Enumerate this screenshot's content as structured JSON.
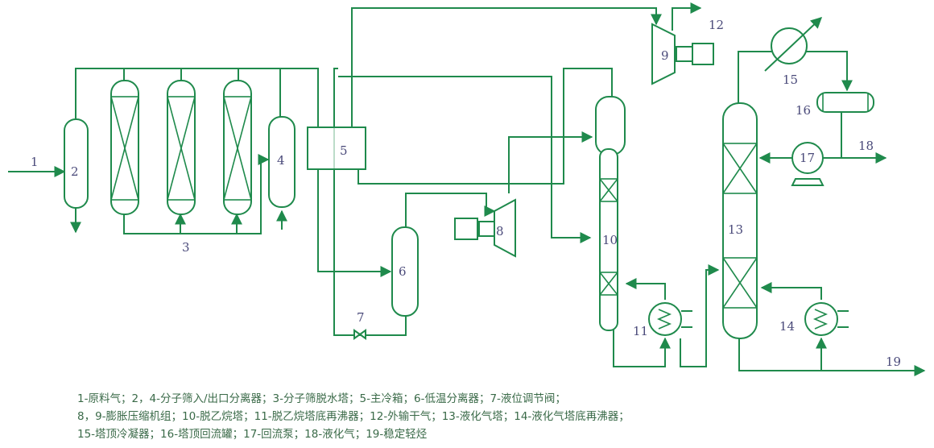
{
  "labels": {
    "n1": "1",
    "n2": "2",
    "n3": "3",
    "n4": "4",
    "n5": "5",
    "n6": "6",
    "n7": "7",
    "n8": "8",
    "n9": "9",
    "n10": "10",
    "n11": "11",
    "n12": "12",
    "n13": "13",
    "n14": "14",
    "n15": "15",
    "n16": "16",
    "n17": "17",
    "n18": "18",
    "n19": "19"
  },
  "legend": {
    "line1": "1-原料气；2，4-分子筛入/出口分离器；3-分子筛脱水塔；5-主冷箱；6-低温分离器；7-液位调节阀；",
    "line2": "8，9-膨胀压缩机组；10-脱乙烷塔；11-脱乙烷塔底再沸器；12-外输干气；13-液化气塔；14-液化气塔底再沸器；",
    "line3": "15-塔顶冷凝器；16-塔顶回流罐；17-回流泵；18-液化气；19-稳定轻烃"
  },
  "colors": {
    "line": "#1f8a4c",
    "label": "#4a4a7a",
    "legend": "#3a6a48"
  }
}
